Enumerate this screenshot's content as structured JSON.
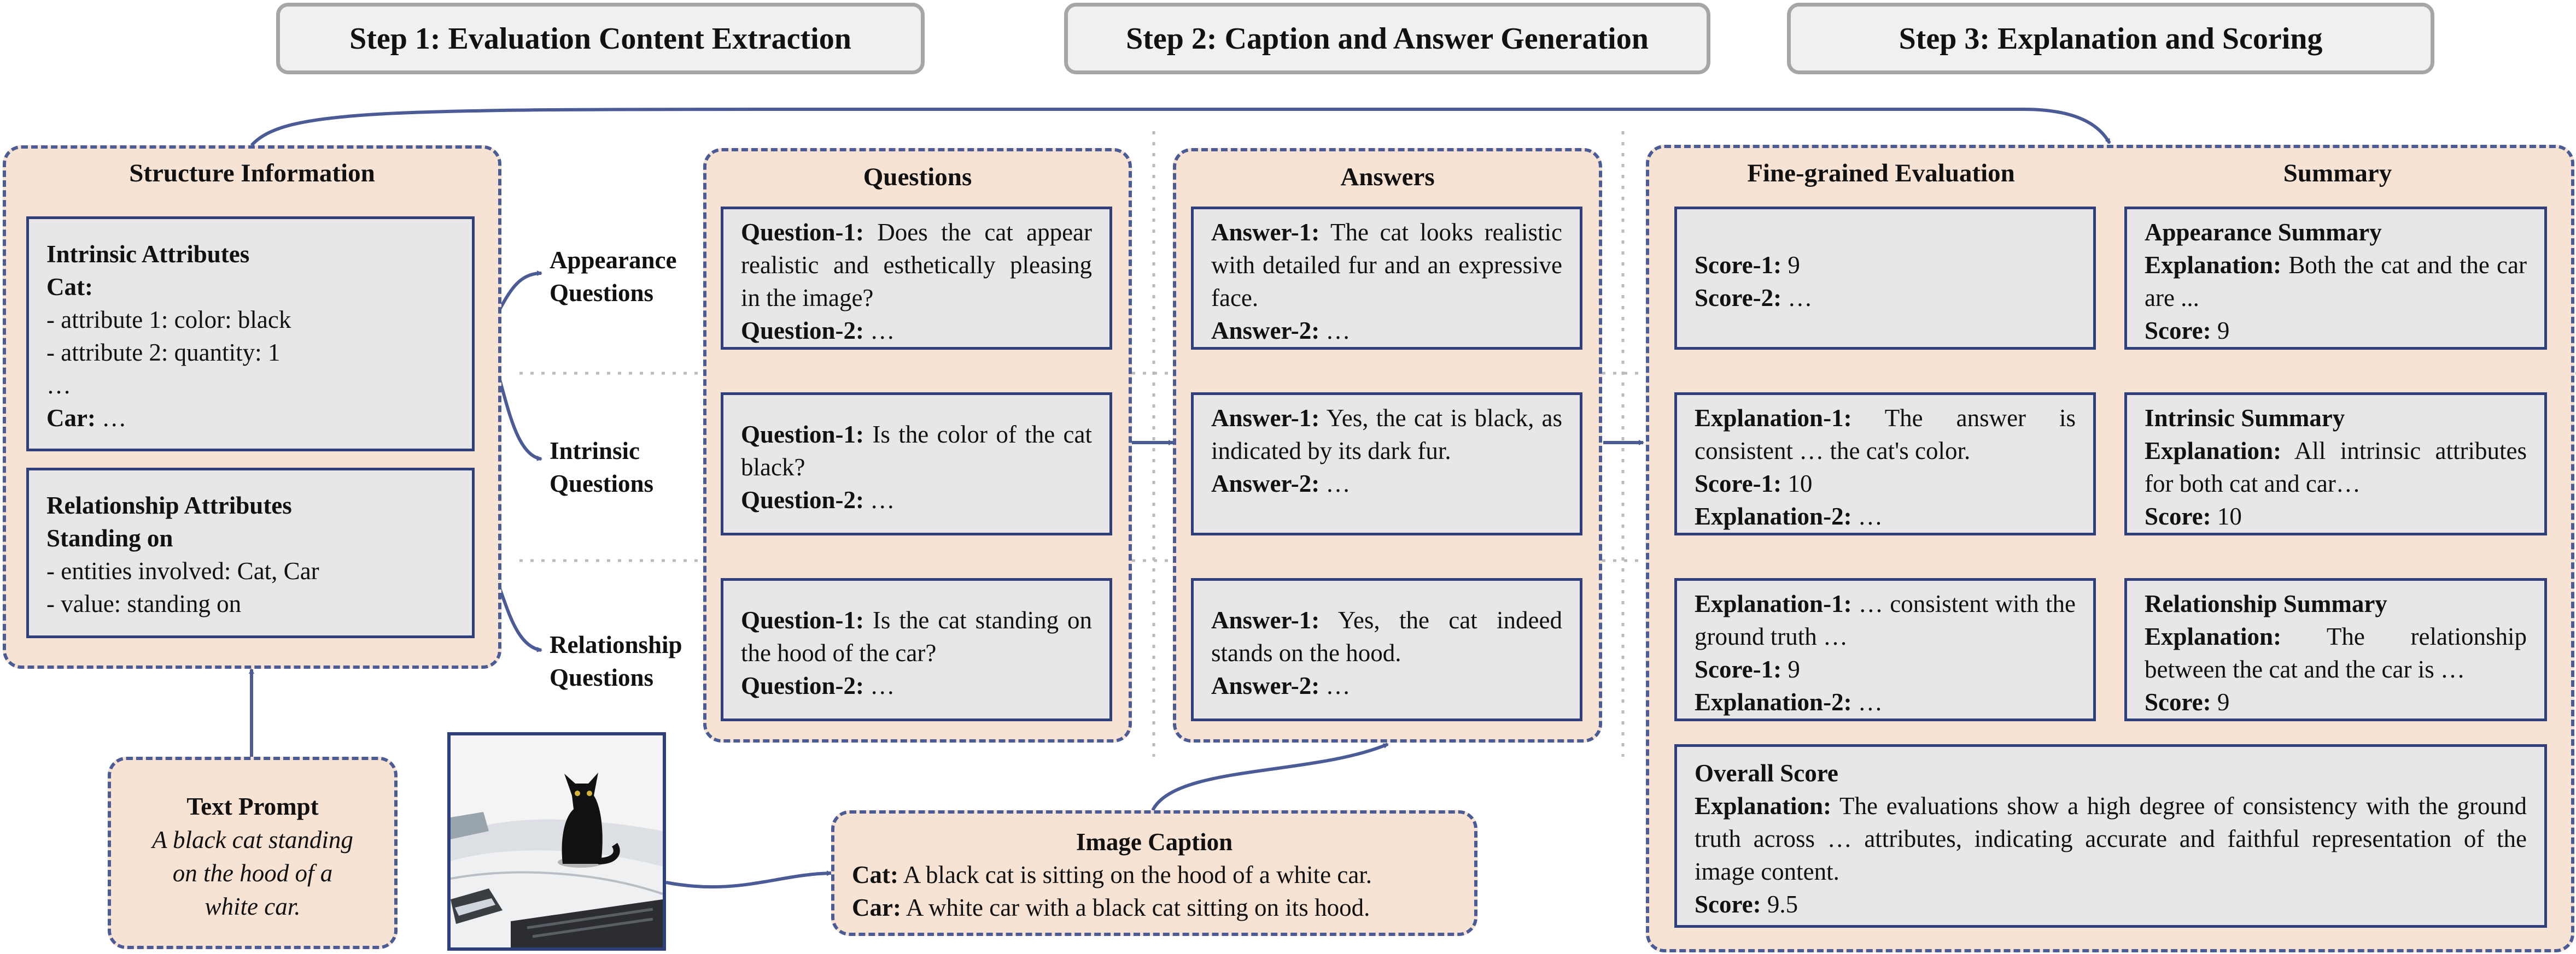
{
  "steps": {
    "s1": "Step 1: Evaluation Content Extraction",
    "s2": "Step 2: Caption and Answer Generation",
    "s3": "Step 3: Explanation and Scoring"
  },
  "structure": {
    "title": "Structure Information",
    "intrinsic": {
      "heading": "Intrinsic Attributes",
      "entity": "Cat:",
      "attr1": "- attribute 1: color: black",
      "attr2": "- attribute 2: quantity: 1",
      "ellipsis": "…",
      "car_label": "Car:",
      "car_value": " …"
    },
    "relationship": {
      "heading": "Relationship Attributes",
      "name": "Standing on",
      "entities": "- entities involved: Cat, Car",
      "value": "- value: standing on"
    }
  },
  "question_types": {
    "appearance": [
      "Appearance",
      "Questions"
    ],
    "intrinsic": [
      "Intrinsic",
      "Questions"
    ],
    "relationship": [
      "Relationship",
      "Questions"
    ]
  },
  "text_prompt": {
    "title": "Text Prompt",
    "lines": [
      "A black cat standing",
      "on the hood of a",
      "white car."
    ]
  },
  "questions": {
    "title": "Questions",
    "appearance": {
      "q1_label": "Question-1:",
      "q1": " Does the cat appear realistic and esthetically pleasing in the image?",
      "q2_label": "Question-2:",
      "q2": " …"
    },
    "intrinsic": {
      "q1_label": "Question-1:",
      "q1": " Is the color of the cat black?",
      "q2_label": "Question-2:",
      "q2": " …"
    },
    "relationship": {
      "q1_label": "Question-1:",
      "q1": " Is the cat standing on the hood of the car?",
      "q2_label": "Question-2:",
      "q2": " …"
    }
  },
  "answers": {
    "title": "Answers",
    "appearance": {
      "a1_label": "Answer-1:",
      "a1": " The cat looks realistic with detailed fur and an expressive face.",
      "a2_label": "Answer-2:",
      "a2": " …"
    },
    "intrinsic": {
      "a1_label": "Answer-1:",
      "a1": " Yes, the cat is black, as indicated by its dark fur.",
      "a2_label": "Answer-2:",
      "a2": " …"
    },
    "relationship": {
      "a1_label": "Answer-1:",
      "a1": " Yes, the cat indeed stands on the hood.",
      "a2_label": "Answer-2:",
      "a2": " …"
    }
  },
  "caption": {
    "title": "Image Caption",
    "cat_label": "Cat:",
    "cat_text": " A black cat is sitting on the hood of a white car.",
    "car_label": "Car:",
    "car_text": " A white car with a black cat sitting on its hood."
  },
  "evaluation": {
    "fine_title": "Fine-grained Evaluation",
    "summary_title": "Summary",
    "appearance": {
      "s1_label": "Score-1:",
      "s1": " 9",
      "s2_label": "Score-2:",
      "s2": " …"
    },
    "intrinsic": {
      "e1_label": "Explanation-1:",
      "e1": " The answer is consistent … the cat's color.",
      "s1_label": "Score-1:",
      "s1": " 10",
      "e2_label": "Explanation-2:",
      "e2": " …"
    },
    "relationship": {
      "e1_label": "Explanation-1:",
      "e1": " … consistent with the ground truth …",
      "s1_label": "Score-1:",
      "s1": " 9",
      "e2_label": "Explanation-2:",
      "e2": " …"
    }
  },
  "summaries": {
    "appearance": {
      "title": "Appearance Summary",
      "exp_label": "Explanation:",
      "exp": " Both the cat and the car are ...",
      "score_label": "Score:",
      "score": " 9"
    },
    "intrinsic": {
      "title": "Intrinsic Summary",
      "exp_label": "Explanation:",
      "exp": " All intrinsic attributes for both cat and car…",
      "score_label": "Score:",
      "score": " 10"
    },
    "relationship": {
      "title": "Relationship Summary",
      "exp_label": "Explanation:",
      "exp": " The relationship between the cat and the car is …",
      "score_label": "Score:",
      "score": " 9"
    }
  },
  "overall": {
    "title": "Overall Score",
    "exp_label": "Explanation:",
    "exp": " The evaluations show a high degree of consistency with the ground truth across … attributes, indicating accurate and faithful representation of the image content.",
    "score_label": "Score:",
    "score": " 9.5"
  },
  "colors": {
    "peach": "#f7e3d3",
    "gray_box": "#e8e6e6",
    "border_blue": "#2f3f7c",
    "arrow": "#4a5b96"
  }
}
